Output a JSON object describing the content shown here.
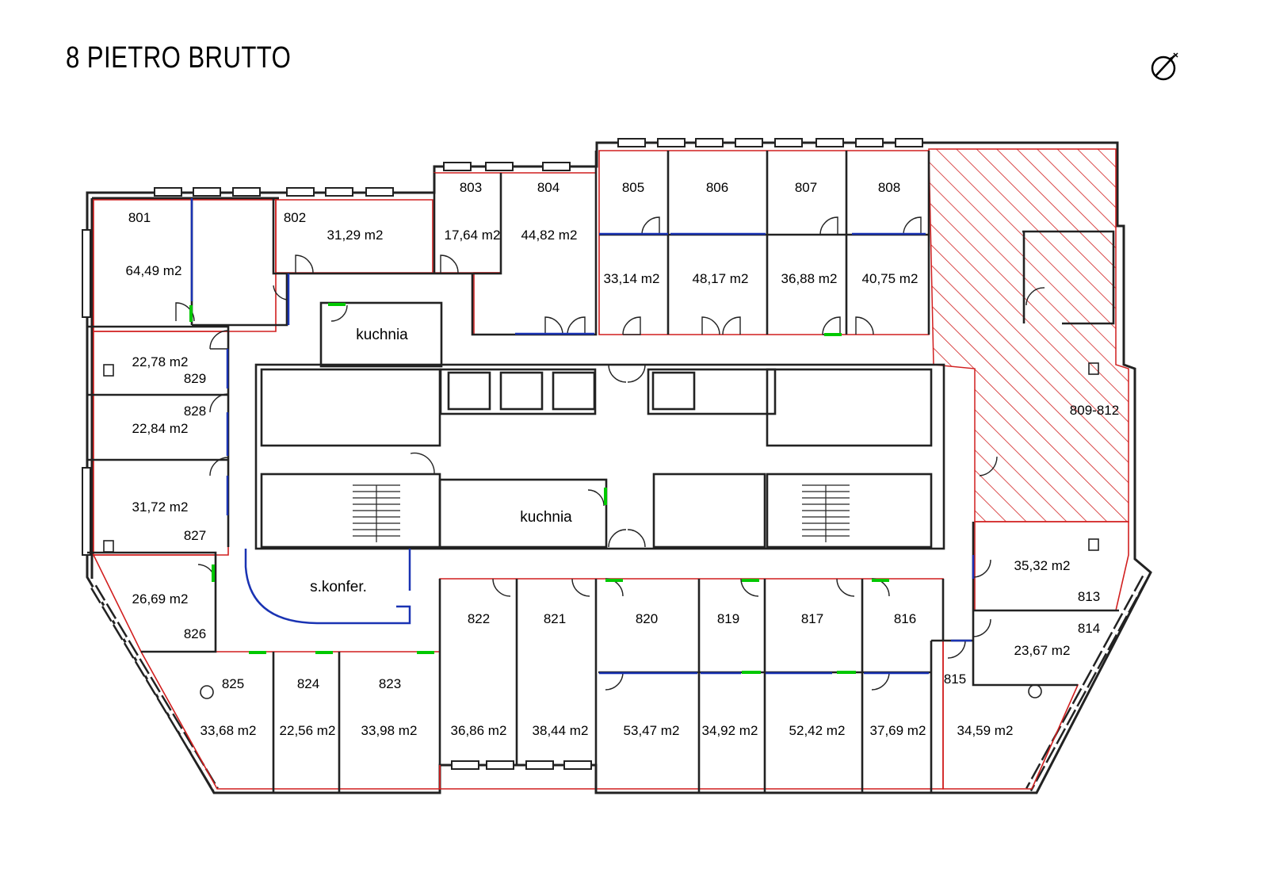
{
  "title": "8 PIETRO BRUTTO",
  "colors": {
    "wall": "#222222",
    "outline": "#d11f1f",
    "door_green": "#00c800",
    "door_blue": "#1a33b3",
    "hatch": "#d11f1f"
  },
  "icons": {
    "north": "north-arrow-icon"
  },
  "rooms": {
    "r801": {
      "number": "801",
      "area": "64,49 m2"
    },
    "r802": {
      "number": "802",
      "area": "31,29 m2"
    },
    "r803": {
      "number": "803",
      "area": "17,64 m2"
    },
    "r804": {
      "number": "804",
      "area": "44,82 m2"
    },
    "r805": {
      "number": "805",
      "area": "33,14 m2"
    },
    "r806": {
      "number": "806",
      "area": "48,17 m2"
    },
    "r807": {
      "number": "807",
      "area": "36,88 m2"
    },
    "r808": {
      "number": "808",
      "area": "40,75 m2"
    },
    "r809": {
      "number": "809-812"
    },
    "r813": {
      "number": "813",
      "area": "35,32 m2"
    },
    "r814": {
      "number": "814",
      "area": "23,67 m2"
    },
    "r815": {
      "number": "815",
      "area": "34,59 m2"
    },
    "r816": {
      "number": "816",
      "area": "37,69 m2"
    },
    "r817": {
      "number": "817",
      "area": "52,42 m2"
    },
    "r819": {
      "number": "819",
      "area": "34,92 m2"
    },
    "r820": {
      "number": "820",
      "area": "53,47 m2"
    },
    "r821": {
      "number": "821",
      "area": "38,44 m2"
    },
    "r822": {
      "number": "822",
      "area": "36,86 m2"
    },
    "r823": {
      "number": "823",
      "area": "33,98 m2"
    },
    "r824": {
      "number": "824",
      "area": "22,56 m2"
    },
    "r825": {
      "number": "825",
      "area": "33,68 m2"
    },
    "r826": {
      "number": "826",
      "area": "26,69 m2"
    },
    "r827": {
      "number": "827",
      "area": "31,72 m2"
    },
    "r828": {
      "number": "828",
      "area": "22,84 m2"
    },
    "r829": {
      "number": "829",
      "area": "22,78 m2"
    }
  },
  "common": {
    "kitchen_top": "kuchnia",
    "kitchen_mid": "kuchnia",
    "conference": "s.konfer."
  }
}
